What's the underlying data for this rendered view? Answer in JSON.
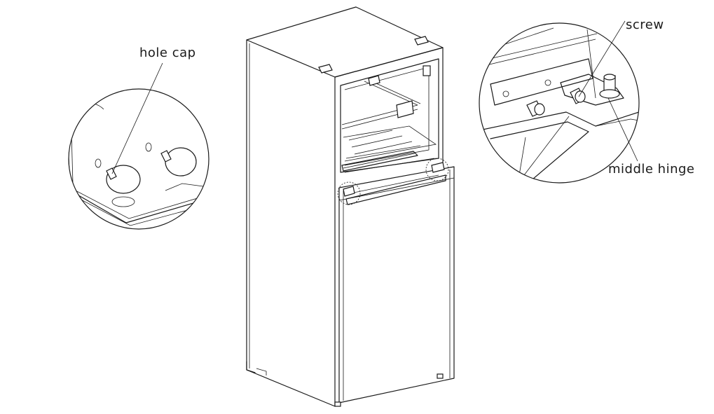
{
  "labels": {
    "hole_cap": "hole cap",
    "screw": "screw",
    "middle_hinge": "middle  hinge"
  },
  "colors": {
    "line": "#1a1a1a",
    "background": "#ffffff"
  }
}
